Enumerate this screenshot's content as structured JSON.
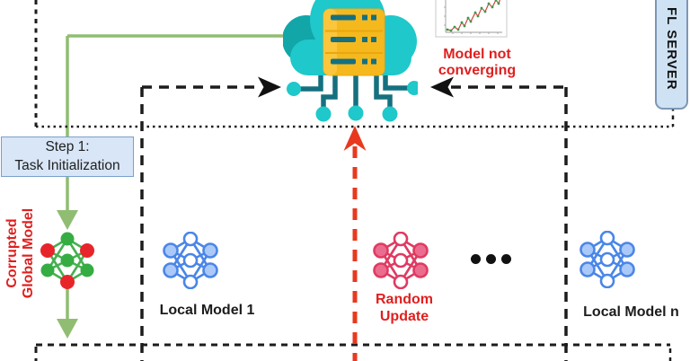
{
  "figure_type": "federated-learning-poisoning-attack-diagram",
  "server_zone": {
    "server_label": "FL SERVER",
    "warning": {
      "line1": "Model not",
      "line2": "converging"
    },
    "icons": {
      "cloud_server": "cloud-server-icon",
      "divergence_chart": "rising-loss-line-chart-icon"
    }
  },
  "flow": {
    "step1": {
      "line1": "Step 1:",
      "line2": "Task Initialization"
    },
    "corrupted_model": {
      "line1": "Corrupted",
      "line2": "Global Model"
    }
  },
  "clients": {
    "local_model_1": "Local Model 1",
    "random_update": {
      "line1": "Random",
      "line2": "Update"
    },
    "ellipsis": "...",
    "local_model_n": "Local Model n",
    "icons": {
      "global_model": "corrupted-network-icon",
      "local_model_1": "blue-network-icon",
      "random_update": "pink-network-icon",
      "local_model_n": "blue-network-icon"
    }
  },
  "colors": {
    "cloud_teal": "#1fc8ca",
    "cloud_teal_dark": "#12a6a9",
    "circuit_teal": "#15707f",
    "server_yellow": "#f6b91d",
    "green_flow": "#90bd72",
    "red_text": "#e01f1f",
    "red_arrow": "#e8391f",
    "blue_network": "#4a86e8",
    "blue_network_fill": "#abc9f8",
    "pink_network": "#e03a62",
    "pink_network_fill": "#ea6d8f",
    "net_green": "#35ad43",
    "net_red": "#e8242b",
    "box_fill": "#d8e6f7",
    "box_border": "#7aa0cc",
    "line_black": "#1c1c1c"
  }
}
